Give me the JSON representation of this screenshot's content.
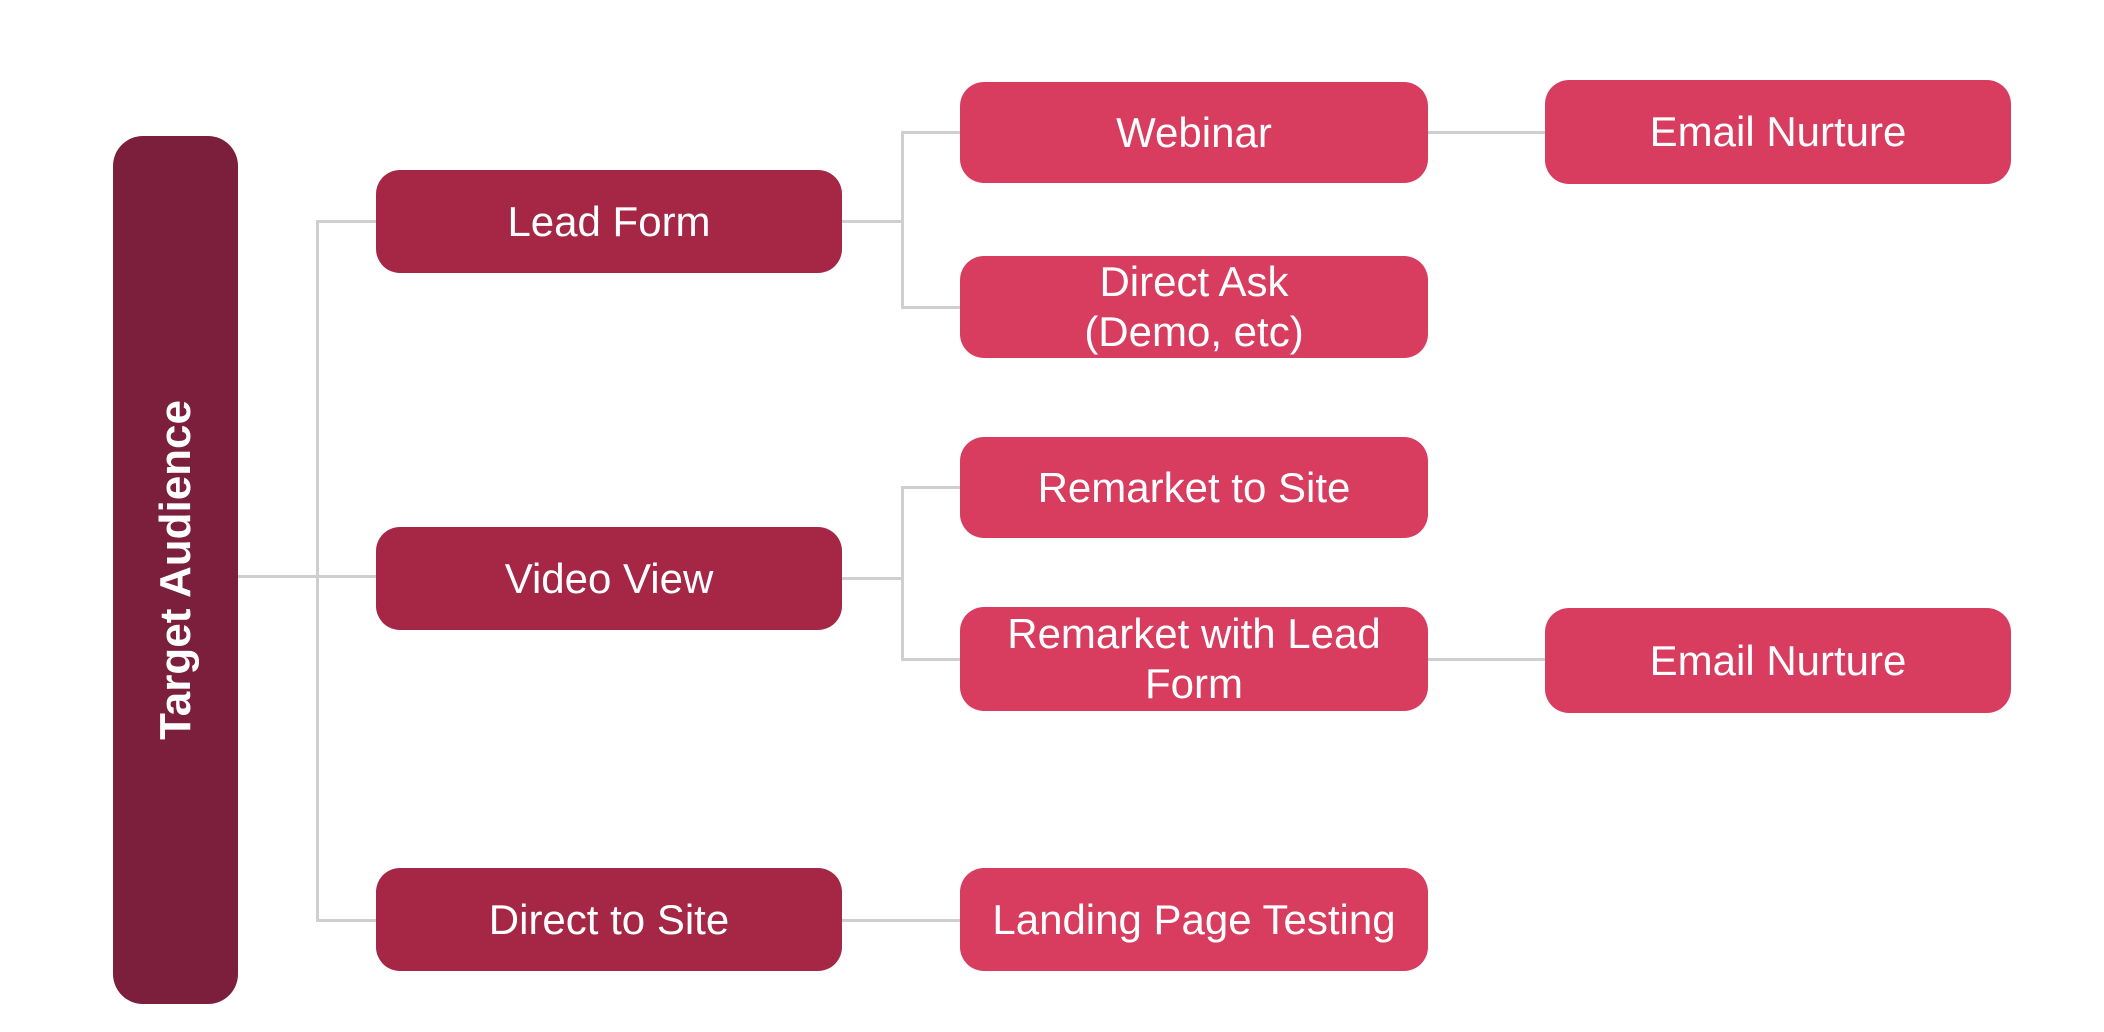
{
  "diagram": {
    "type": "flowchart",
    "orientation": "left-to-right",
    "background_color": "#FFFFFF",
    "connector_color": "#CDCFD0",
    "text_color": "#FFFFFF",
    "colors": {
      "root_node": "#7C1F3D",
      "mid_node": "#A52745",
      "leaf_node": "#D83C5F"
    },
    "nodes": {
      "target_audience": {
        "label": "Target Audience"
      },
      "lead_form": {
        "label": "Lead Form"
      },
      "video_view": {
        "label": "Video View"
      },
      "direct_to_site": {
        "label": "Direct to Site"
      },
      "webinar": {
        "label": "Webinar"
      },
      "direct_ask": {
        "label": "Direct Ask (Demo, etc)",
        "line1": "Direct Ask",
        "line2": "(Demo, etc)"
      },
      "remarket_to_site": {
        "label": "Remarket to Site"
      },
      "remarket_with_lead_form": {
        "label": "Remarket with Lead Form",
        "line1": "Remarket with Lead",
        "line2": "Form"
      },
      "landing_page_testing": {
        "label": "Landing Page Testing"
      },
      "email_nurture_1": {
        "label": "Email Nurture"
      },
      "email_nurture_2": {
        "label": "Email Nurture"
      }
    },
    "edges": [
      {
        "from": "Target Audience",
        "to": "Lead Form"
      },
      {
        "from": "Target Audience",
        "to": "Video View"
      },
      {
        "from": "Target Audience",
        "to": "Direct to Site"
      },
      {
        "from": "Lead Form",
        "to": "Webinar"
      },
      {
        "from": "Lead Form",
        "to": "Direct Ask (Demo, etc)"
      },
      {
        "from": "Webinar",
        "to": "Email Nurture"
      },
      {
        "from": "Video View",
        "to": "Remarket to Site"
      },
      {
        "from": "Video View",
        "to": "Remarket with Lead Form"
      },
      {
        "from": "Remarket with Lead Form",
        "to": "Email Nurture"
      },
      {
        "from": "Direct to Site",
        "to": "Landing Page Testing"
      }
    ]
  }
}
